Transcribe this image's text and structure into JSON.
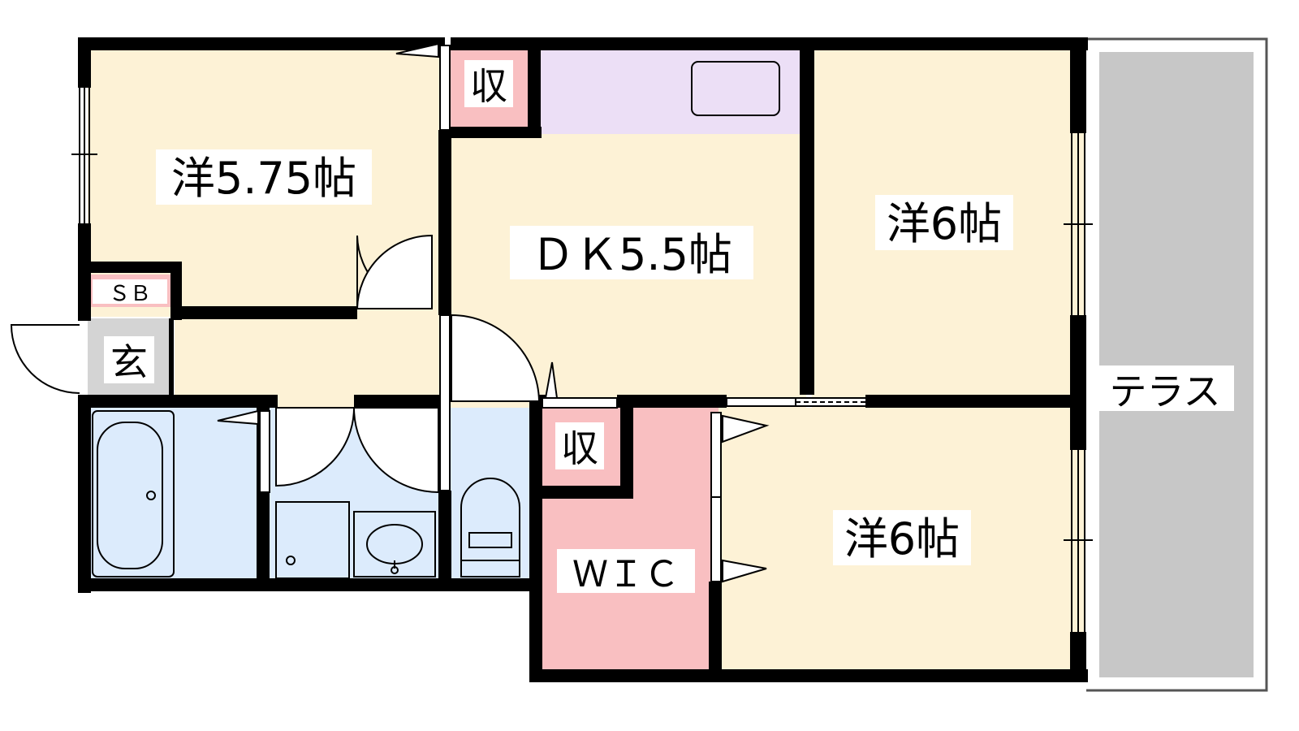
{
  "rooms": {
    "western_nw": "洋5.75帖",
    "dk": "ＤＫ5.5帖",
    "western_ne": "洋6帖",
    "western_se": "洋6帖",
    "terrace": "テラス",
    "wic": "ＷＩＣ",
    "storage_top": "収",
    "storage_mid": "収",
    "shoe_box": "ＳＢ",
    "entrance": "玄"
  },
  "colors": {
    "room": "#fdf2d6",
    "storage": "#f9bfc1",
    "kitchen": "#ecdff6",
    "wet": "#dcebfc",
    "terrace": "#c7c7c7",
    "entrance": "#d4d4d4",
    "wall": "#000000"
  }
}
